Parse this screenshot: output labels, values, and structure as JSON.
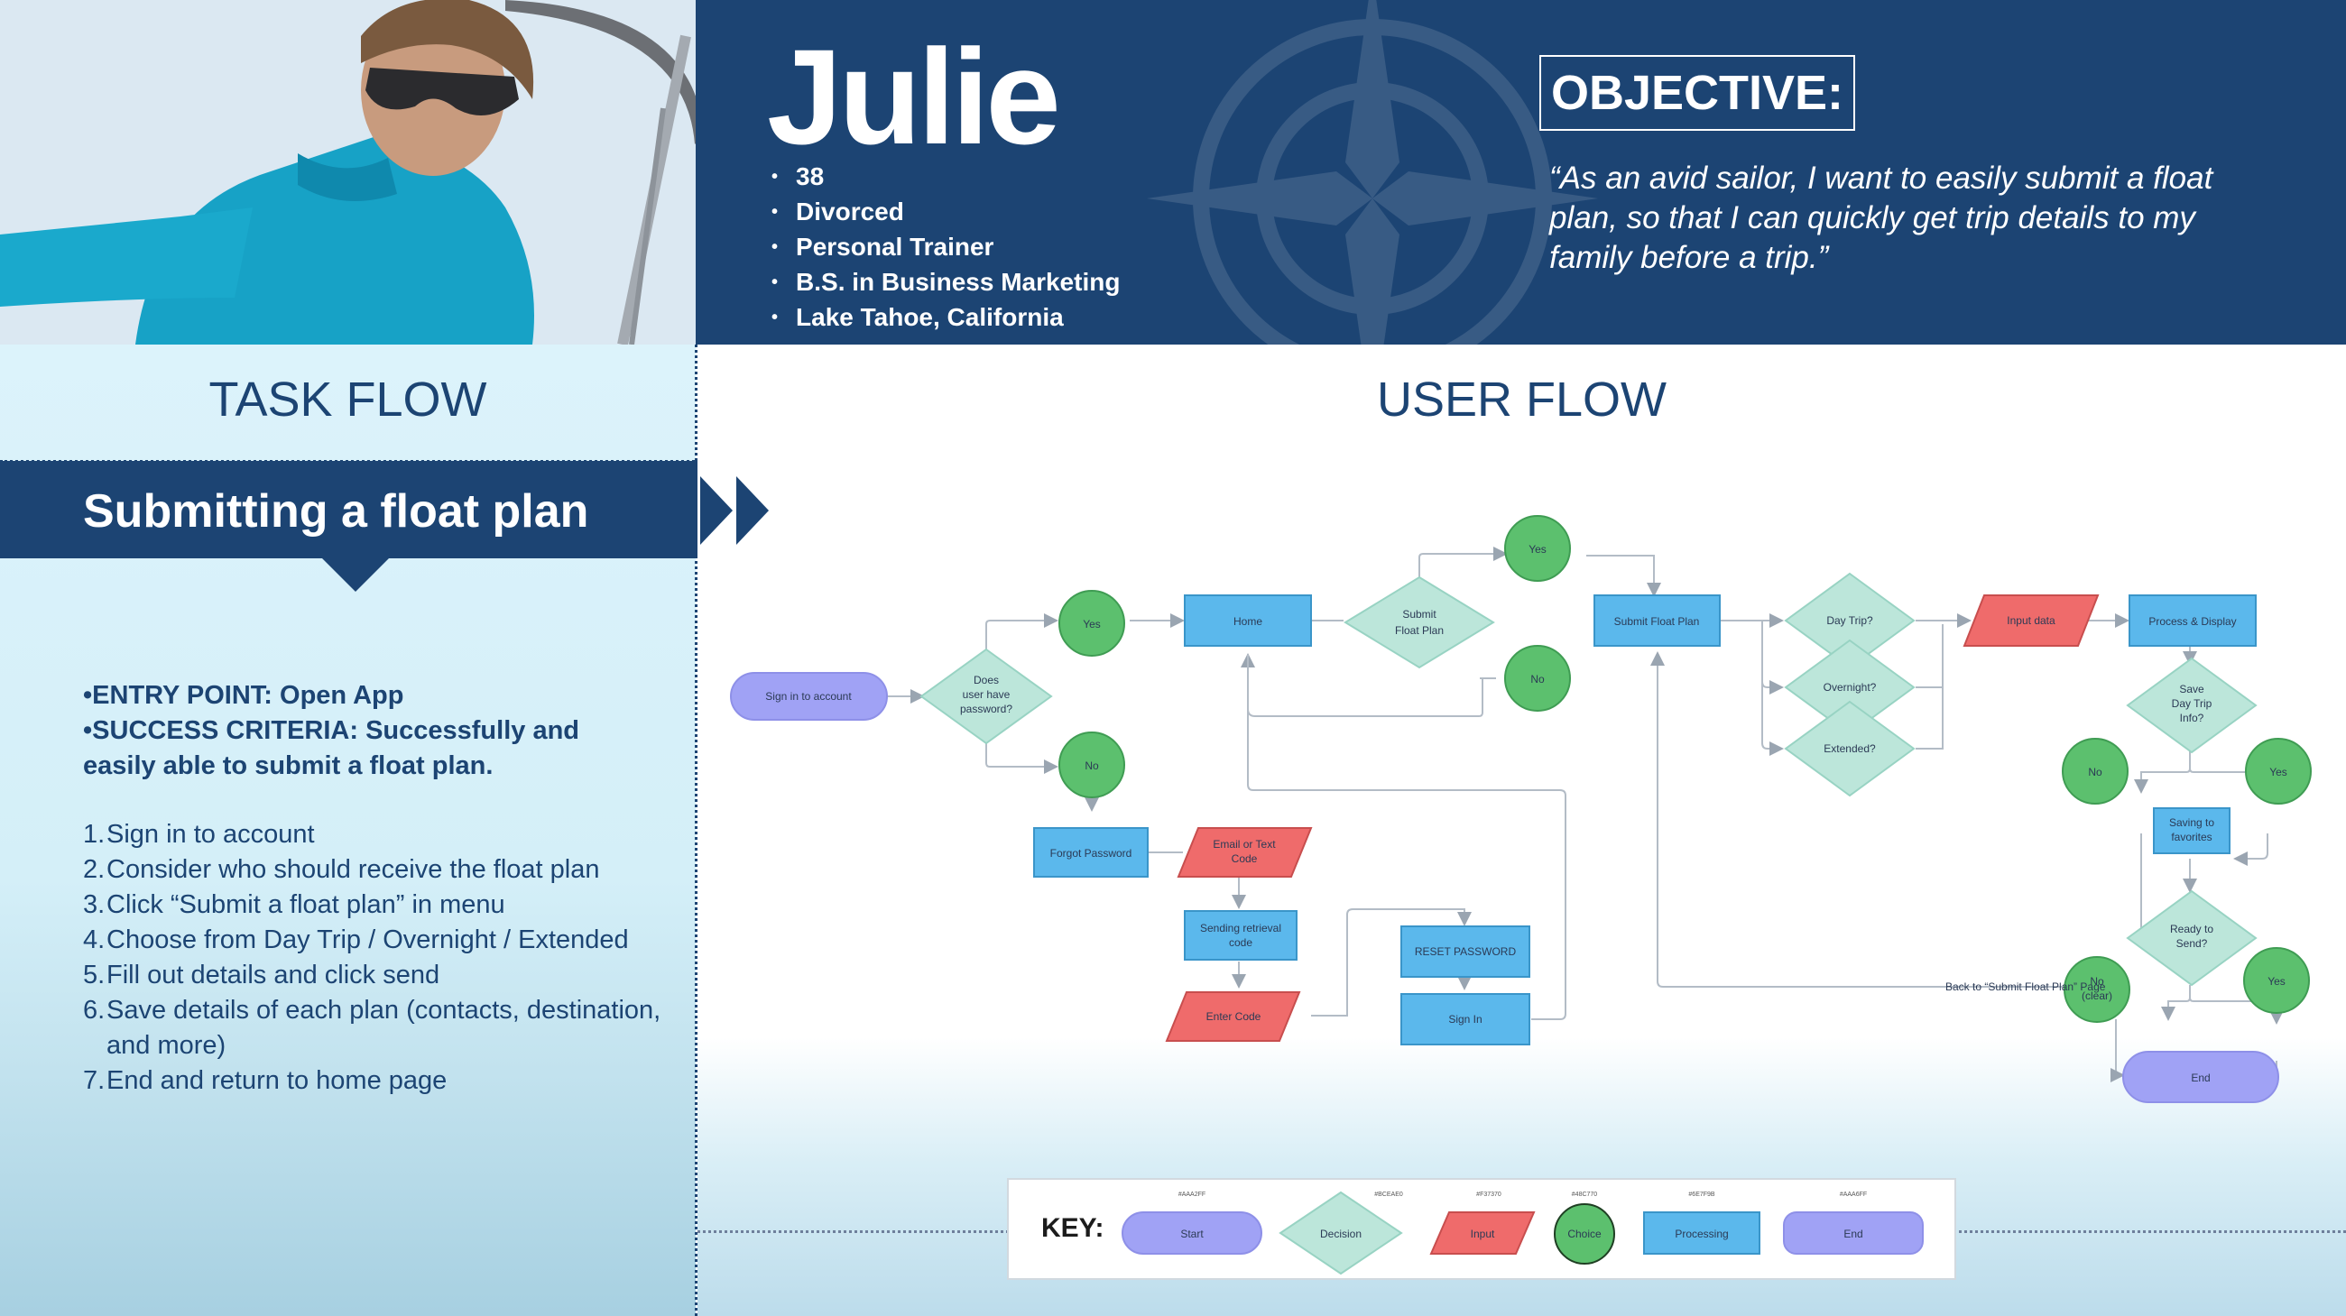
{
  "persona": {
    "name": "Julie",
    "facts": [
      "38",
      "Divorced",
      "Personal Trainer",
      "B.S. in Business Marketing",
      "Lake Tahoe, California"
    ],
    "objective_heading": "OBJECTIVE:",
    "objective_quote": "“As an avid sailor, I want to easily submit a float plan, so that I can quickly get trip details to my family before a trip.”"
  },
  "task_flow": {
    "heading": "TASK FLOW",
    "banner": "Submitting a float plan",
    "entry_point": "•ENTRY POINT: Open App",
    "success_criteria": "•SUCCESS CRITERIA: Successfully and easily able to submit a float plan.",
    "steps": [
      {
        "num": "1.",
        "text": "Sign in to account"
      },
      {
        "num": "2.",
        "text": "Consider who should receive the float plan"
      },
      {
        "num": "3.",
        "text": "Click “Submit a float plan” in menu"
      },
      {
        "num": "4.",
        "text": "Choose from Day Trip / Overnight / Extended"
      },
      {
        "num": "5.",
        "text": "Fill out details and click send"
      },
      {
        "num": "6.",
        "text": "Save details of each plan (contacts, destination, and more)"
      },
      {
        "num": "7.",
        "text": "End and return to home page"
      }
    ]
  },
  "user_flow": {
    "heading": "USER FLOW",
    "nodes": {
      "sign_in": "Sign in to account",
      "has_password": [
        "Does",
        "user have",
        "password?"
      ],
      "yes1": "Yes",
      "no1": "No",
      "home": "Home",
      "submit_decision": [
        "Submit",
        "Float Plan"
      ],
      "yes2": "Yes",
      "no2": "No",
      "submit_plan": "Submit Float Plan",
      "day_trip": "Day Trip?",
      "overnight": "Overnight?",
      "extended": "Extended?",
      "input_data": "Input data",
      "process_display": "Process & Display",
      "save_info": [
        "Save",
        "Day Trip",
        "Info?"
      ],
      "no3": "No",
      "yes3": "Yes",
      "saving": [
        "Saving to",
        "favorites"
      ],
      "ready": [
        "Ready to",
        "Send?"
      ],
      "no_clear": [
        "No",
        "(clear)"
      ],
      "yes4": "Yes",
      "end": "End",
      "back_label": "Back to “Submit Float Plan” Page",
      "forgot": "Forgot Password",
      "email_code": [
        "Email or Text",
        "Code"
      ],
      "sending": [
        "Sending retrieval",
        "code"
      ],
      "enter_code": "Enter Code",
      "reset": "RESET PASSWORD",
      "sign_in2": "Sign In"
    }
  },
  "key": {
    "label": "KEY:",
    "items": [
      {
        "hex": "#AAA2FF",
        "label": "Start"
      },
      {
        "hex": "#BCEAE0",
        "label": "Decision"
      },
      {
        "hex": "#F37370",
        "label": "Input"
      },
      {
        "hex": "#48C770",
        "label": "Choice"
      },
      {
        "hex": "#6E7F9B",
        "label": "Processing"
      },
      {
        "hex": "#AAA6FF",
        "label": "End"
      }
    ]
  },
  "colors": {
    "navy": "#1C4473",
    "start_end": "#A0A2F5",
    "decision": "#BCE6DA",
    "input": "#EF6B6B",
    "choice": "#5CC06E",
    "process": "#5BB8EC"
  }
}
